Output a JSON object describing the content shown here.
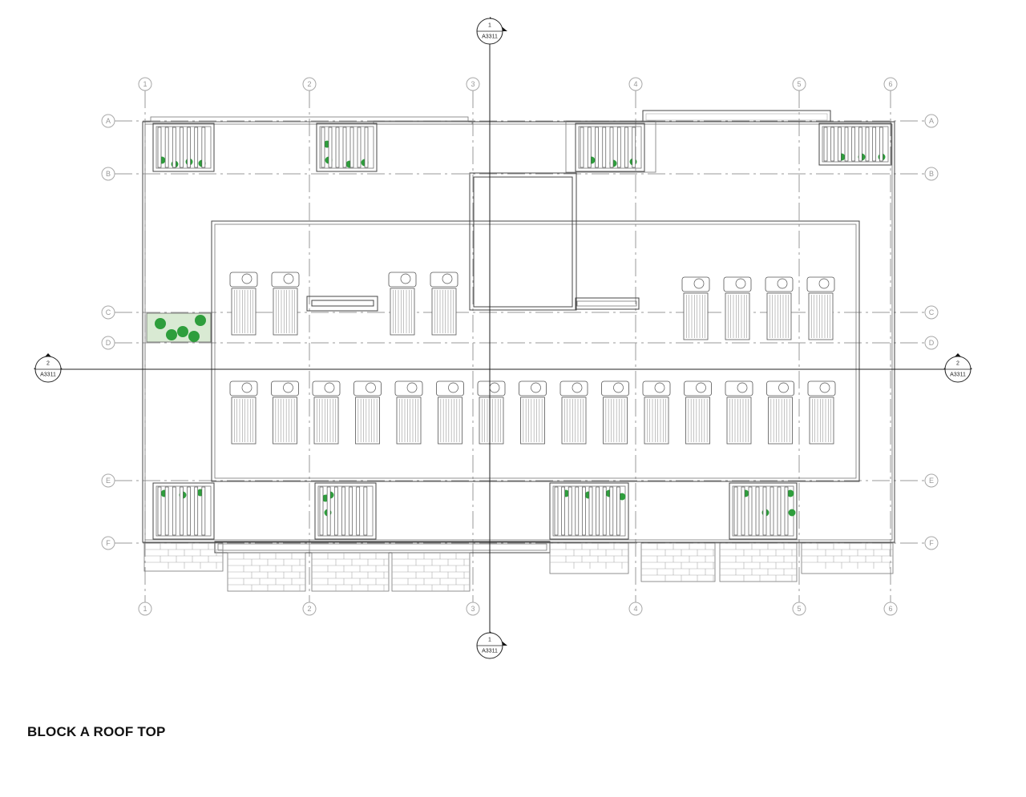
{
  "title": "BLOCK A ROOF TOP",
  "grid": {
    "columns": [
      "1",
      "2",
      "3",
      "4",
      "5",
      "6"
    ],
    "rows": [
      "A",
      "B",
      "C",
      "D",
      "E",
      "F"
    ]
  },
  "section_markers": {
    "vertical": {
      "number": "1",
      "sheet": "A3311"
    },
    "horizontal": {
      "number": "2",
      "sheet": "A3311"
    }
  },
  "solar_panels": {
    "upper_row_count": 8,
    "lower_row_count": 15
  },
  "colors": {
    "planting": "#2e9e3c",
    "planting_bg": "#d9ead3",
    "linework": "#444444"
  }
}
